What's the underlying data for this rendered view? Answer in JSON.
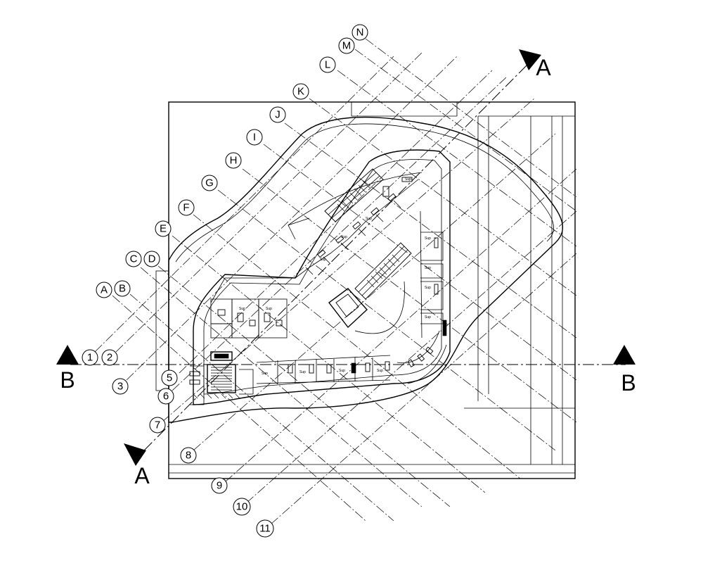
{
  "grid": {
    "letters": [
      "A",
      "B",
      "C",
      "D",
      "E",
      "F",
      "G",
      "H",
      "I",
      "J",
      "K",
      "L",
      "M",
      "N"
    ],
    "numbers": [
      "1",
      "2",
      "3",
      "5",
      "6",
      "7",
      "8",
      "9",
      "10",
      "11"
    ]
  },
  "sections": {
    "a_top": "A",
    "a_bottom": "A",
    "b_left": "B",
    "b_right": "B"
  },
  "unit_labels": [
    "Sup",
    "Sup",
    "Sup",
    "Sup",
    "Sup",
    "Sup",
    "Sup",
    "Sup",
    "Sup",
    "Sup",
    "Sup",
    "Sup",
    "Sup",
    "Sup"
  ]
}
